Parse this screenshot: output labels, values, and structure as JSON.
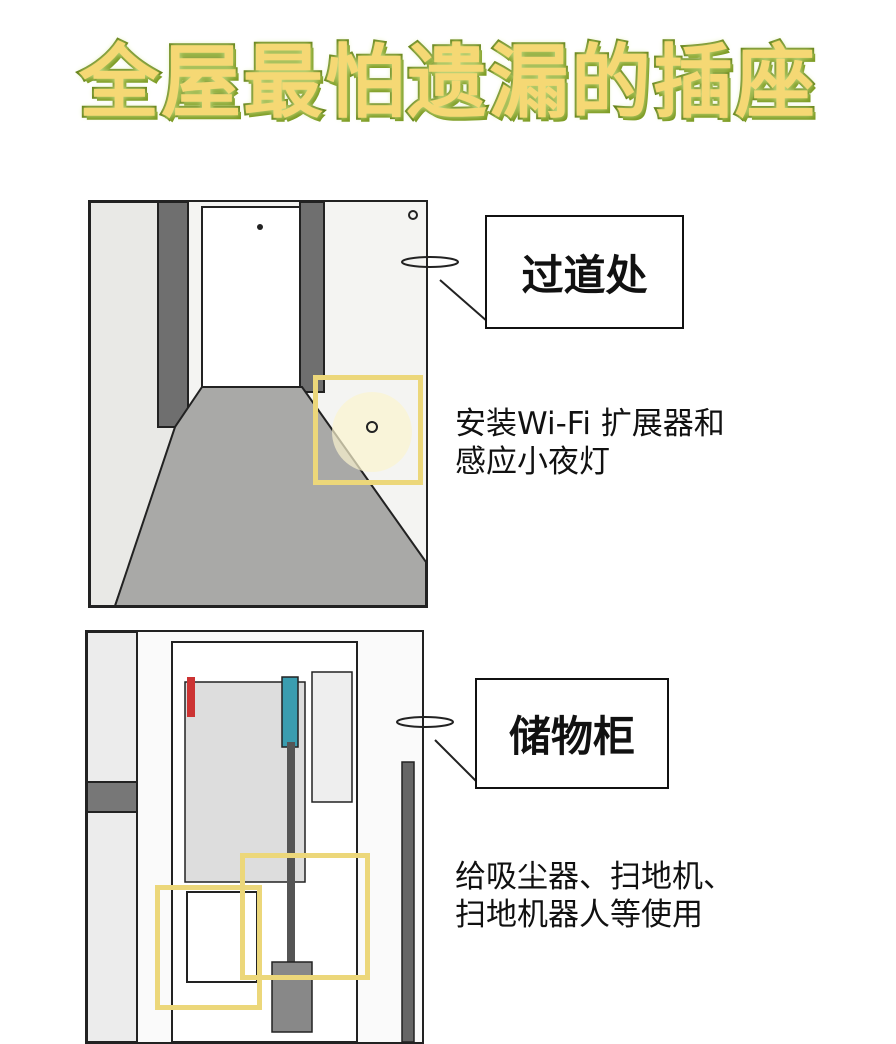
{
  "title": "全屋最怕遗漏的插座",
  "sections": [
    {
      "label": "过道处",
      "description_lines": [
        "安装Wi-Fi 扩展器和",
        "感应小夜灯"
      ]
    },
    {
      "label": "储物柜",
      "description_lines": [
        "给吸尘器、扫地机、",
        "扫地机器人等使用"
      ]
    }
  ],
  "colors": {
    "title_fill": "#f5d874",
    "title_stroke": "#5f7d12",
    "highlight": "#ecd77a"
  }
}
